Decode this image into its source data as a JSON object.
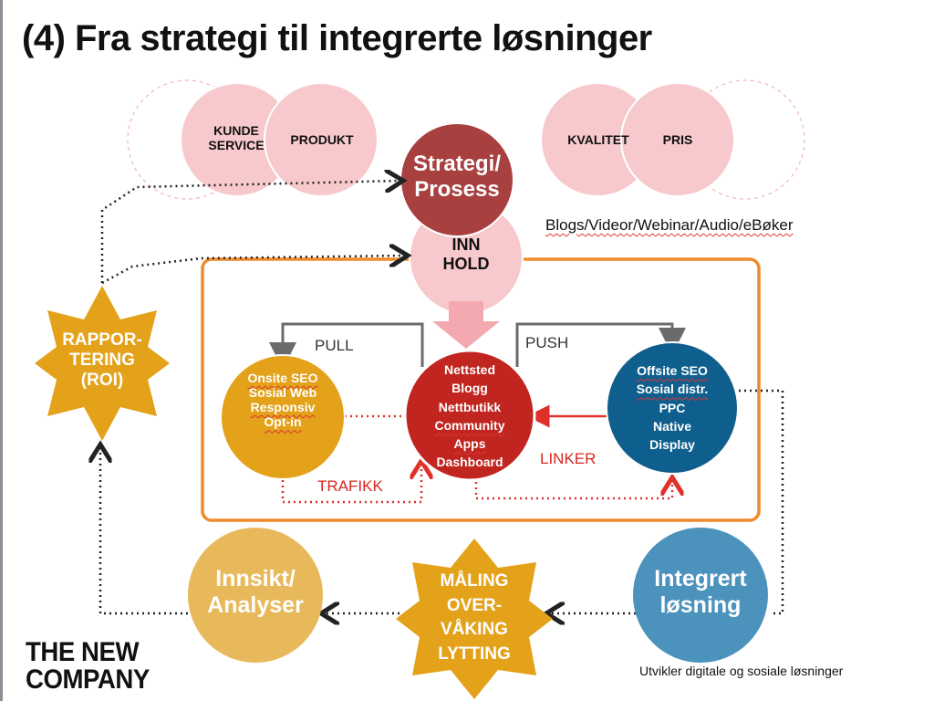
{
  "title": "(4) Fra strategi til integrerte løsninger",
  "top_circles": {
    "kundeservice": [
      "KUNDE",
      "SERVICE"
    ],
    "produkt": "PRODUKT",
    "kvalitet": "KVALITET",
    "pris": "PRIS"
  },
  "strategi": [
    "Strategi/",
    "Prosess"
  ],
  "innhold": [
    "INN",
    "HOLD"
  ],
  "content_types": "Blogs/Videor/Webinar/Audio/eBøker",
  "rapportering": [
    "RAPPOR-",
    "TERING",
    "(ROI)"
  ],
  "onsite": [
    "Onsite SEO",
    "Sosial Web",
    "Responsiv",
    "Opt-in"
  ],
  "center": [
    "Nettsted",
    "Blogg",
    "Nettbutikk",
    "Community",
    "Apps",
    "Dashboard"
  ],
  "offsite": [
    "Offsite SEO",
    "Sosial distr.",
    "PPC",
    "Native",
    "Display"
  ],
  "flow_labels": {
    "pull": "PULL",
    "push": "PUSH",
    "trafikk": "TRAFIKK",
    "linker": "LINKER"
  },
  "bottom": {
    "innsikt": [
      "Innsikt/",
      "Analyser"
    ],
    "maling": [
      "MÅLING",
      "OVER-",
      "VÅKING",
      "LYTTING"
    ],
    "integrert": [
      "Integrert",
      "løsning"
    ],
    "integrert_caption": "Utvikler digitale og sosiale løsninger"
  },
  "logo": [
    "THE NEW",
    "COMPANY"
  ],
  "colors": {
    "pink_circle": "#f7c9cc",
    "strategi": "#a8403f",
    "center_red": "#c0251f",
    "gold": "#e3a21a",
    "blue": "#0f5f8e",
    "innsikt": "#e8b95a",
    "integrert": "#4b93bd",
    "orange_frame": "#f08a2c",
    "red_text": "#d8261f"
  }
}
